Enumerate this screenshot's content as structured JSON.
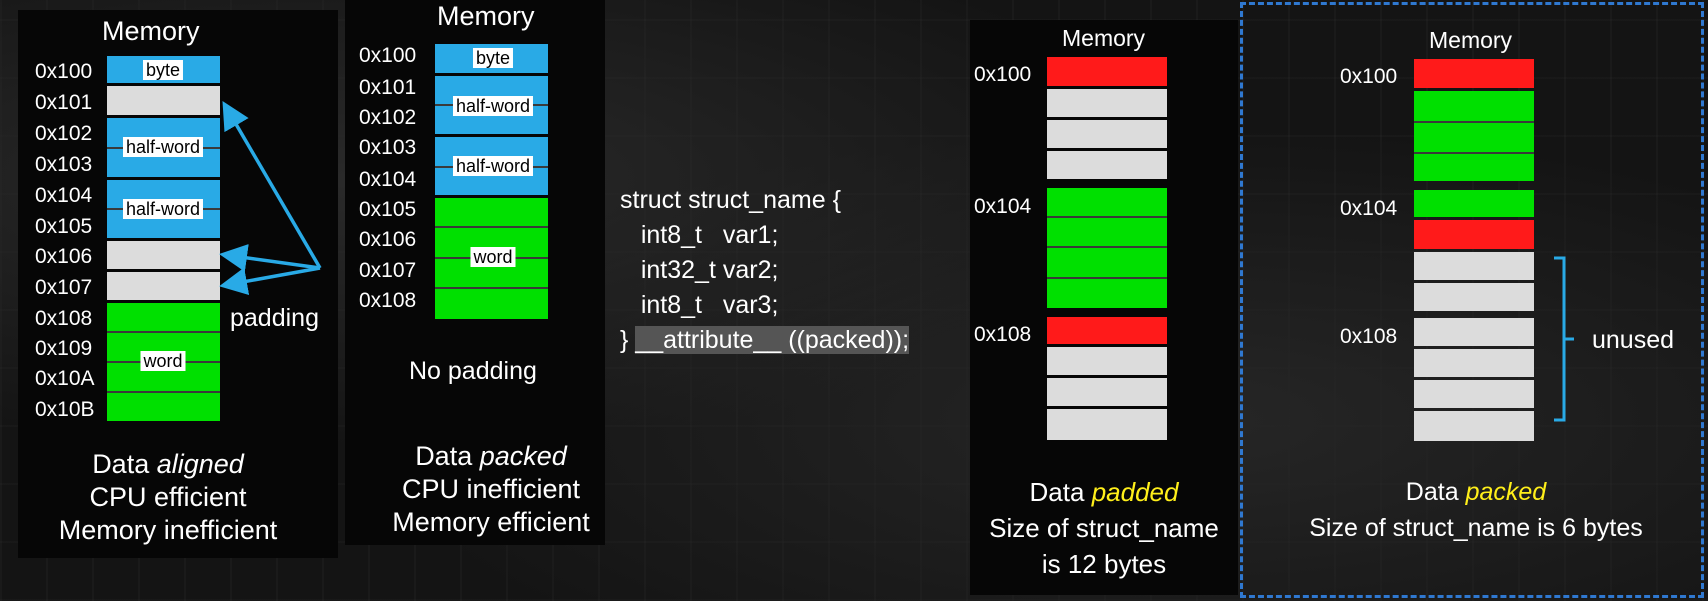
{
  "panel1": {
    "title": "Memory",
    "addresses": [
      "0x100",
      "0x101",
      "0x102",
      "0x103",
      "0x104",
      "0x105",
      "0x106",
      "0x107",
      "0x108",
      "0x109",
      "0x10A",
      "0x10B"
    ],
    "labels": {
      "byte": "byte",
      "half_word_1": "half-word",
      "half_word_2": "half-word",
      "word": "word"
    },
    "padding_label": "padding",
    "caption": {
      "prefix": "Data ",
      "emph": "aligned",
      "line2": "CPU efficient",
      "line3": "Memory inefficient"
    }
  },
  "panel2": {
    "title": "Memory",
    "addresses": [
      "0x100",
      "0x101",
      "0x102",
      "0x103",
      "0x104",
      "0x105",
      "0x106",
      "0x107",
      "0x108"
    ],
    "labels": {
      "byte": "byte",
      "half_word_1": "half-word",
      "half_word_2": "half-word",
      "word": "word"
    },
    "no_padding": "No padding",
    "caption": {
      "prefix": "Data ",
      "emph": "packed",
      "line2": "CPU inefficient",
      "line3": "Memory efficient"
    }
  },
  "code": {
    "line1": "struct struct_name {",
    "line2": "   int8_t   var1;",
    "line3": "   int32_t var2;",
    "line4": "   int8_t   var3;",
    "line5_prefix": "} ",
    "line5_attr": "__attribute__ ((packed));"
  },
  "panel3": {
    "title": "Memory",
    "addresses": [
      "0x100",
      "0x104",
      "0x108"
    ],
    "caption": {
      "prefix": "Data ",
      "emph": "padded",
      "line2": "Size of struct_name",
      "line3": "is 12 bytes"
    }
  },
  "panel4": {
    "title": "Memory",
    "addresses": [
      "0x100",
      "0x104",
      "0x108"
    ],
    "unused_label": "unused",
    "caption": {
      "prefix": "Data ",
      "emph": "packed",
      "line2": "Size of struct_name is 6 bytes"
    }
  },
  "colors": {
    "byte_blue": "#29aae6",
    "padding_gray": "#dcdcdc",
    "word_green": "#00e000",
    "int8_red": "#ff1a1a",
    "arrow_blue": "#29aae6",
    "emph_yellow": "#ffef1a",
    "dashed_border": "#2f78d0"
  }
}
